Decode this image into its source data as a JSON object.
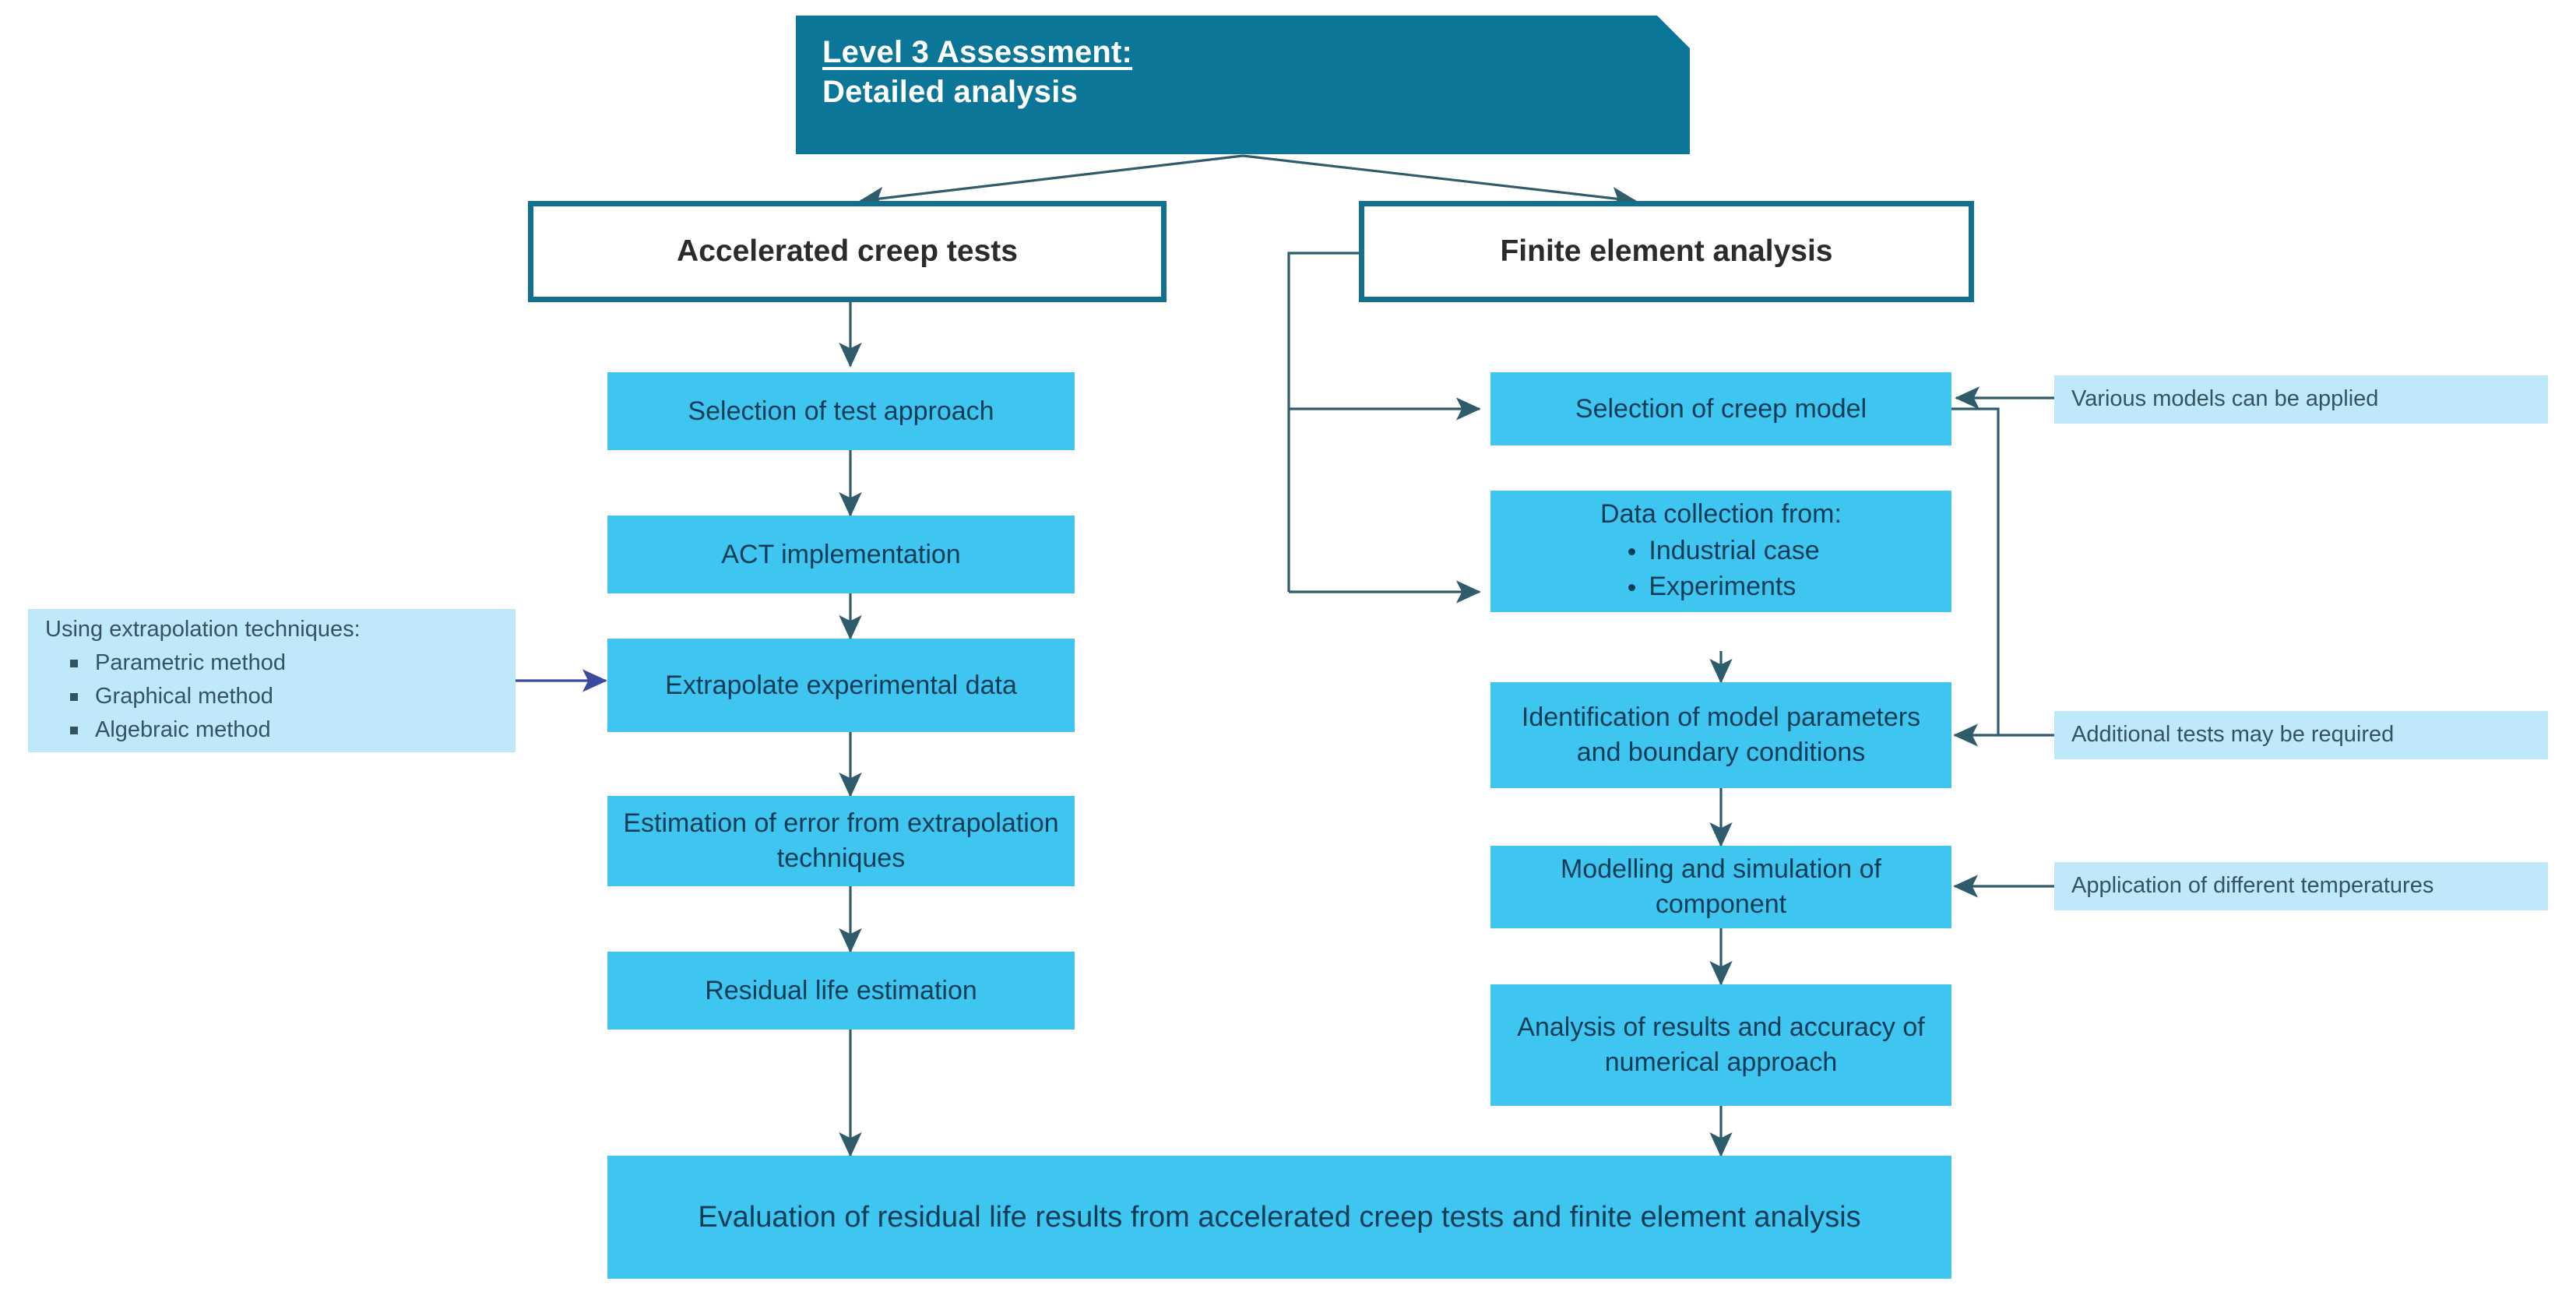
{
  "header": {
    "line1": "Level 3 Assessment:",
    "line2": "Detailed analysis"
  },
  "branches": {
    "left_title": "Accelerated creep tests",
    "right_title": "Finite element analysis"
  },
  "left_column": [
    {
      "text": "Selection of test approach"
    },
    {
      "text": "ACT implementation"
    },
    {
      "text": "Extrapolate experimental data"
    },
    {
      "text": "Estimation of error from extrapolation techniques"
    },
    {
      "text": "Residual life estimation"
    }
  ],
  "right_column": [
    {
      "text": "Selection of creep model"
    },
    {
      "title": "Data collection from:",
      "items": [
        "Industrial case",
        "Experiments"
      ]
    },
    {
      "text": "Identification of model parameters and boundary conditions"
    },
    {
      "text": "Modelling and simulation of component"
    },
    {
      "text": "Analysis of results and accuracy of numerical approach"
    }
  ],
  "notes": {
    "extrapolation": {
      "title": "Using extrapolation techniques:",
      "items": [
        "Parametric method",
        "Graphical method",
        "Algebraic method"
      ]
    },
    "various_models": "Various models can be applied",
    "additional_tests": "Additional tests may be required",
    "temperatures": "Application of different temperatures"
  },
  "footer": {
    "text": "Evaluation of residual life results from accelerated creep tests and finite element analysis"
  },
  "colors": {
    "banner": "#0c7699",
    "section_border": "#136f8e",
    "process": "#3ec6f0",
    "note": "#bfe9fa",
    "connector": "#2f5c6b",
    "note_arrow": "#3b4b9e"
  }
}
